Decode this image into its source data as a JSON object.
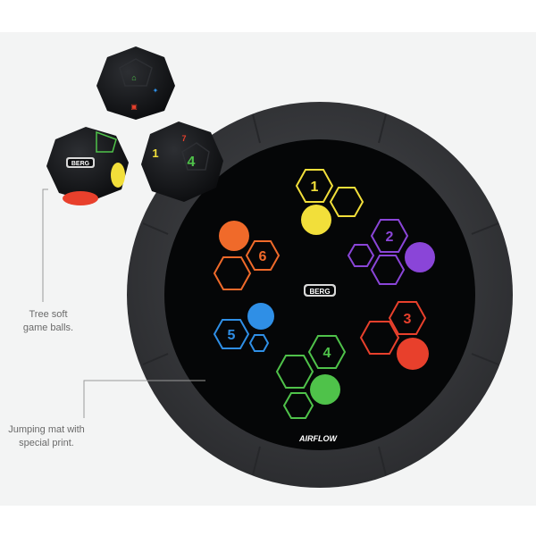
{
  "callouts": {
    "balls": {
      "line1": "Tree soft",
      "line2": "game balls."
    },
    "mat": {
      "line1": "Jumping mat with",
      "line2": "special print."
    }
  },
  "mat": {
    "brand_logo": "BERG",
    "footer_logo": "AIRFLOW",
    "zones": [
      {
        "number": "1",
        "color": "#f2df3a"
      },
      {
        "number": "2",
        "color": "#8a45d8"
      },
      {
        "number": "3",
        "color": "#e8402c"
      },
      {
        "number": "4",
        "color": "#4fc24a"
      },
      {
        "number": "5",
        "color": "#2f8fe6"
      },
      {
        "number": "6",
        "color": "#f06a2a"
      }
    ]
  },
  "balls": {
    "logo": "BERG",
    "numbers": [
      "1",
      "4",
      "7"
    ]
  },
  "colors": {
    "background": "#f3f4f4",
    "frame": "#3b3d40",
    "mat": "#050607",
    "callout_text": "#6a6a6a",
    "leader_line": "#9a9a9a"
  }
}
